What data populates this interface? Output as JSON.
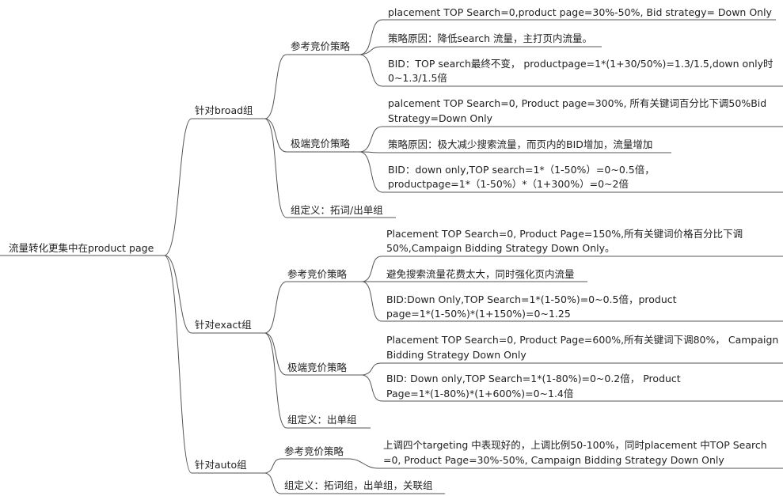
{
  "root": {
    "label": "流量转化更集中在product page"
  },
  "branches": {
    "broad": {
      "label": "针对broad组",
      "ref": {
        "label": "参考竞价策略",
        "leaf1": "placement TOP Search=0,product page=30%-50%, Bid strategy= Down Only",
        "leaf2": "策略原因：降低search 流量，主打页内流量。",
        "leaf3_l1": "BID：TOP search最终不变， productpage=1*(1+30/50%)=1.3/1.5,down only时",
        "leaf3_l2": "0~1.3/1.5倍"
      },
      "extreme": {
        "label": "极端竞价策略",
        "leaf1_l1": "palcement TOP Search=0, Product page=300%, 所有关键词百分比下调50%Bid",
        "leaf1_l2": "Strategy=Down Only",
        "leaf2": "策略原因：极大减少搜索流量，而页内的BID增加，流量增加",
        "leaf3_l1": "BID：down only,TOP search=1*（1-50%）=0~0.5倍，",
        "leaf3_l2": "productpage=1*（1-50%）*（1+300%）=0~2倍"
      },
      "def": "组定义：拓词/出单组"
    },
    "exact": {
      "label": "针对exact组",
      "ref": {
        "label": "参考竞价策略",
        "leaf1_l1": "Placement TOP Search=0, Product Page=150%,所有关键词价格百分比下调",
        "leaf1_l2": "50%,Campaign Bidding Strategy Down Only。",
        "leaf2": "避免搜索流量花费太大，同时强化页内流量",
        "leaf3_l1": "BID:Down Only,TOP Search=1*(1-50%)=0~0.5倍，product",
        "leaf3_l2": "page=1*(1-50%)*(1+150%)=0~1.25"
      },
      "extreme": {
        "label": "极端竞价策略",
        "leaf1_l1": "Placement TOP Search=0, Product Page=600%,所有关键词下调80%， Campaign",
        "leaf1_l2": "Bidding Strategy Down Only",
        "leaf2_l1": "BID: Down only,TOP Search=1*(1-80%)=0~0.2倍， Product",
        "leaf2_l2": "Page=1*(1-80%)*(1+600%)=0~1.4倍"
      },
      "def": "组定义：出单组"
    },
    "auto": {
      "label": "针对auto组",
      "ref": {
        "label": "参考竞价策略",
        "leaf1_l1": "上调四个targeting 中表现好的，上调比例50-100%，同时placement 中TOP Search",
        "leaf1_l2": "=0, Product Page=30%-50%, Campaign Bidding Strategy Down Only"
      },
      "def": "组定义：拓词组，出单组，关联组"
    }
  }
}
